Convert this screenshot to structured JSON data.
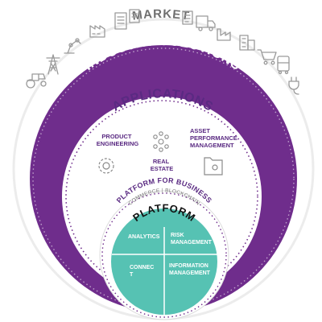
{
  "market": {
    "label": "MARKET",
    "icons": [
      "factory-icon",
      "robot-arm-icon",
      "transmission-tower-icon",
      "tractor-icon",
      "building-icon",
      "document-icon",
      "clipboard-icon",
      "truck-icon",
      "plant-icon",
      "city-buildings-icon",
      "shopping-cart-icon",
      "bus-icon",
      "plug-icon"
    ]
  },
  "industry_solutions": {
    "label": "INDUSTRY SOLUTIONS"
  },
  "applications": {
    "label": "APPLICATIONS",
    "product_engineering": {
      "line1": "PRODUCT",
      "line2": "ENGINEERING"
    },
    "real_estate": {
      "line1": "REAL",
      "line2": "ESTATE"
    },
    "asset_performance": {
      "line1": "ASSET",
      "line2": "PERFORMANCE",
      "line3": "MANAGEMENT"
    }
  },
  "platform_for_business": {
    "label": "PLATFORM FOR BUSINESS",
    "sublabel": "COMMERCE | BLOCKCHAIN"
  },
  "platform": {
    "label": "PLATFORM",
    "analytics": "ANALYTICS",
    "risk": {
      "line1": "RISK",
      "line2": "MANAGEMENT"
    },
    "connect": {
      "line1": "CONNEC",
      "line2": "T"
    },
    "information": {
      "line1": "INFORMATION",
      "line2": "MANAGEMENT"
    }
  },
  "colors": {
    "purple": "#6f2d8c",
    "purple_text": "#5a2a82",
    "teal": "#56c2b3",
    "grey_text": "#6e6e6e",
    "icon_grey": "#9a9a9a"
  }
}
